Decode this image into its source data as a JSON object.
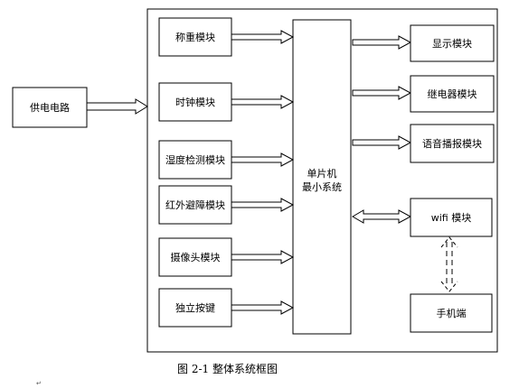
{
  "diagram": {
    "power": "供电电路",
    "mcu_line1": "单片机",
    "mcu_line2": "最小系统",
    "inputs": [
      "称重模块",
      "时钟模块",
      "湿度检测模块",
      "红外避障模块",
      "摄像头模块",
      "独立按键"
    ],
    "outputs": [
      "显示模块",
      "继电器模块",
      "语音播报模块"
    ],
    "wifi": "wifi 模块",
    "phone": "手机端"
  },
  "caption": "图 2-1 整体系统框图",
  "mark": "↵"
}
